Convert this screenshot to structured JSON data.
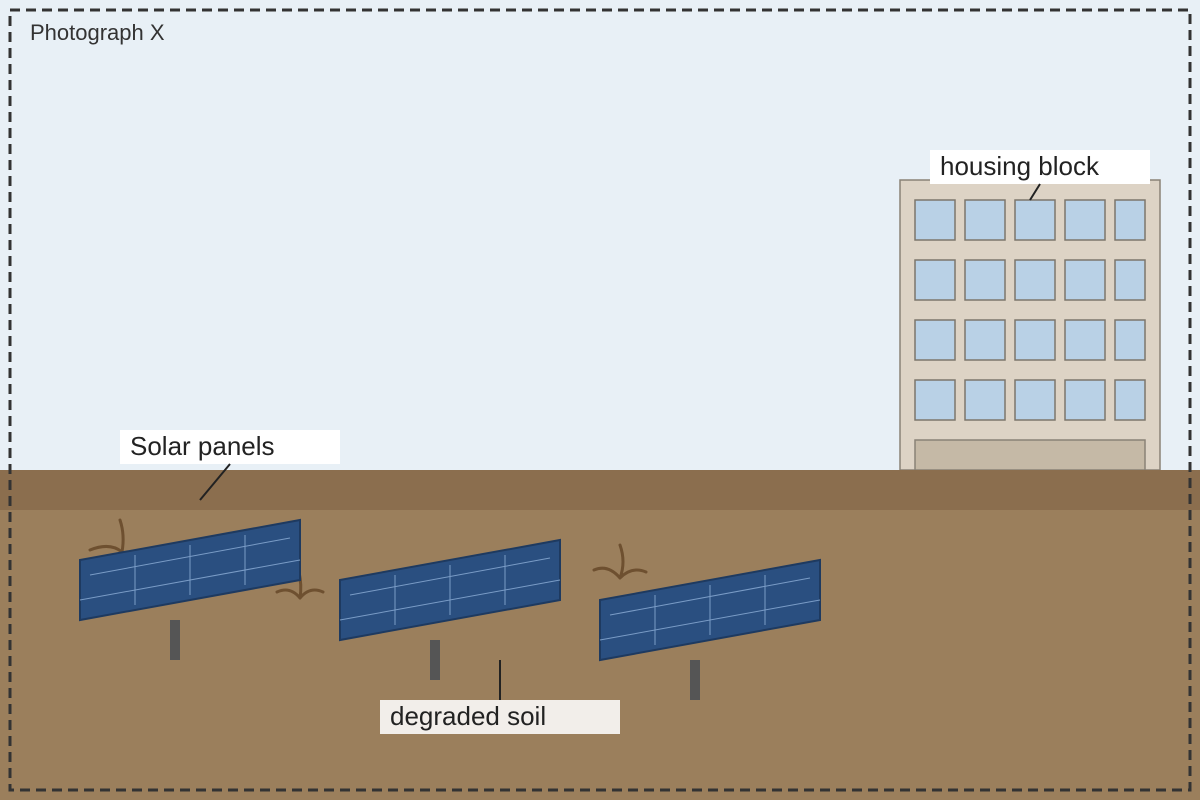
{
  "figure": {
    "title": "Photograph X"
  },
  "labels": {
    "housing_block": "housing block",
    "solar_panels": "Solar panels",
    "degraded_soil": "degraded soil"
  },
  "colors": {
    "sky": "#e8f0f6",
    "ground_far": "#8b6e4e",
    "ground": "#9b7f5c",
    "panel": "#2a4f80",
    "panel_edge": "#1e3a60",
    "panel_grid": "#7a9cc6",
    "post": "#555555",
    "building": "#ddd3c5",
    "window": "#b9d1e6",
    "frame": "#333333",
    "weed": "#6e5030"
  },
  "counts": {
    "solar_panels": 3,
    "building_window_rows": 4,
    "building_window_cols": 5
  }
}
